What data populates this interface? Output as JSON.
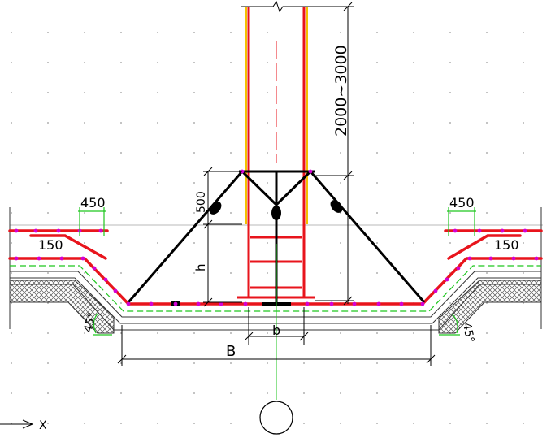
{
  "labels": {
    "height_range": "2000~3000",
    "left_width": "450",
    "right_width": "450",
    "left_offset": "150",
    "right_offset": "150",
    "top_segment": "500",
    "h": "h",
    "left_angle": "45°",
    "right_angle": "45°",
    "b": "b",
    "B": "B",
    "axis_x": "X"
  },
  "colors": {
    "rebar": "#e8141c",
    "strut": "#000000",
    "column_yellow": "#f3c200",
    "dimension": "#000000",
    "green": "#1fc61f",
    "joint": "#d400d4",
    "hatch": "#444444"
  }
}
